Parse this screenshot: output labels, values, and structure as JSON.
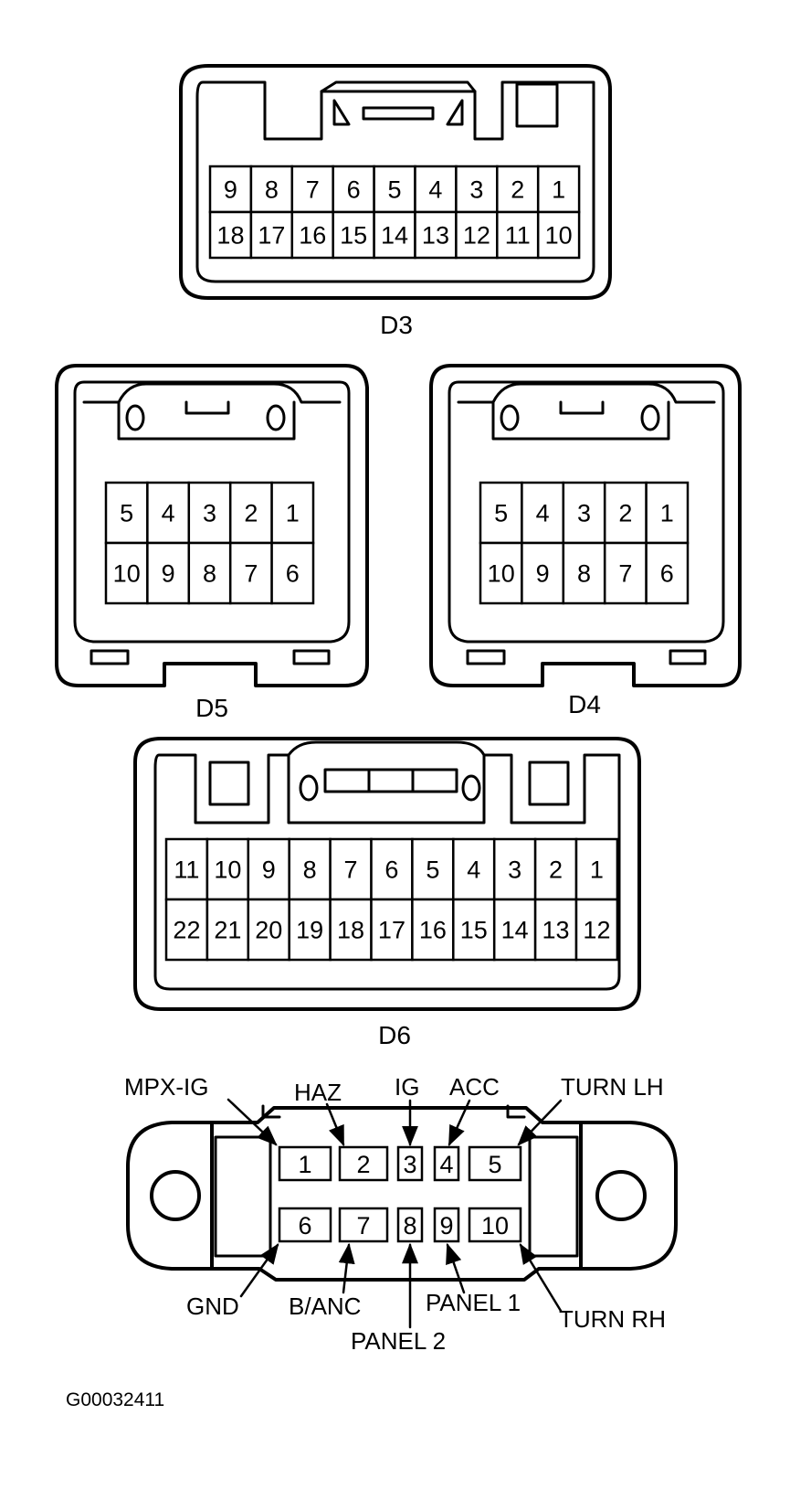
{
  "connectors": [
    {
      "id": "d3",
      "label": "D3",
      "rows": [
        [
          "9",
          "8",
          "7",
          "6",
          "5",
          "4",
          "3",
          "2",
          "1"
        ],
        [
          "18",
          "17",
          "16",
          "15",
          "14",
          "13",
          "12",
          "11",
          "10"
        ]
      ]
    },
    {
      "id": "d5",
      "label": "D5",
      "rows": [
        [
          "5",
          "4",
          "3",
          "2",
          "1"
        ],
        [
          "10",
          "9",
          "8",
          "7",
          "6"
        ]
      ]
    },
    {
      "id": "d4",
      "label": "D4",
      "rows": [
        [
          "5",
          "4",
          "3",
          "2",
          "1"
        ],
        [
          "10",
          "9",
          "8",
          "7",
          "6"
        ]
      ]
    },
    {
      "id": "d6",
      "label": "D6",
      "rows": [
        [
          "11",
          "10",
          "9",
          "8",
          "7",
          "6",
          "5",
          "4",
          "3",
          "2",
          "1"
        ],
        [
          "22",
          "21",
          "20",
          "19",
          "18",
          "17",
          "16",
          "15",
          "14",
          "13",
          "12"
        ]
      ]
    }
  ],
  "switch_connector": {
    "rows": [
      [
        "1",
        "2",
        "3",
        "4",
        "5"
      ],
      [
        "6",
        "7",
        "8",
        "9",
        "10"
      ]
    ],
    "terminal_labels": {
      "mpx_ig": "MPX-IG",
      "haz": "HAZ",
      "ig": "IG",
      "acc": "ACC",
      "turn_lh": "TURN LH",
      "gnd": "GND",
      "b_anc": "B/ANC",
      "panel_2": "PANEL 2",
      "panel_1": "PANEL 1",
      "turn_rh": "TURN RH"
    }
  },
  "figure_code": "G00032411"
}
